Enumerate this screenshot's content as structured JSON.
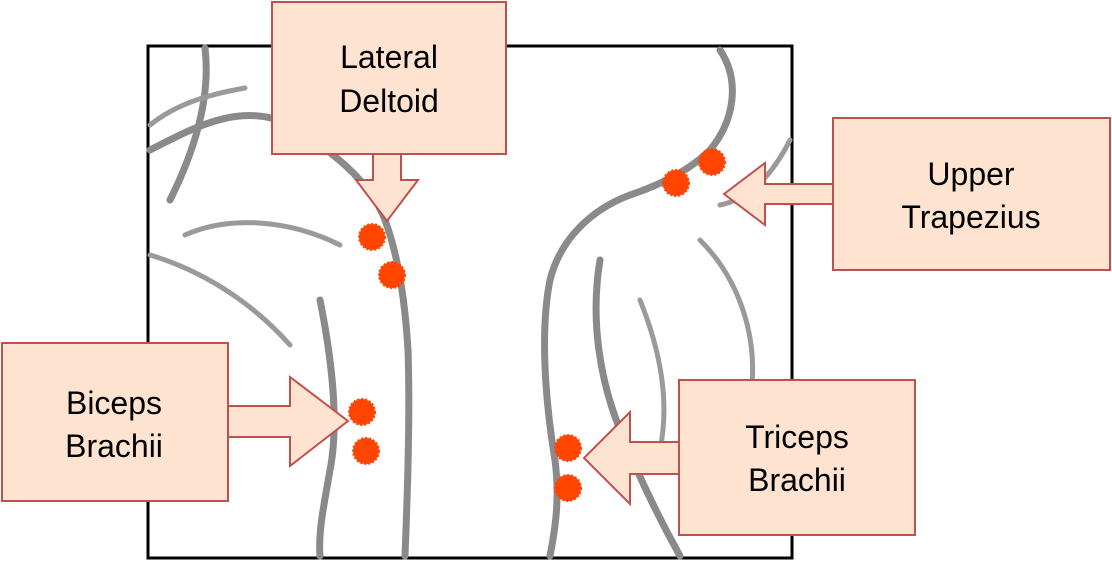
{
  "colors": {
    "callout_fill": "#fde3d0",
    "callout_border": "#c0504d",
    "sensor_dot": "#ff4500",
    "body_outline": "#8a8a8a",
    "frame": "#000000"
  },
  "callouts": {
    "lateral_deltoid": {
      "line1": "Lateral",
      "line2": "Deltoid"
    },
    "upper_trapezius": {
      "line1": "Upper",
      "line2": "Trapezius"
    },
    "biceps_brachii": {
      "line1": "Biceps",
      "line2": "Brachii"
    },
    "triceps_brachii": {
      "line1": "Triceps",
      "line2": "Brachii"
    }
  },
  "sensors": {
    "lateral_deltoid_count": 2,
    "upper_trapezius_count": 2,
    "biceps_brachii_count": 2,
    "triceps_brachii_count": 2
  }
}
